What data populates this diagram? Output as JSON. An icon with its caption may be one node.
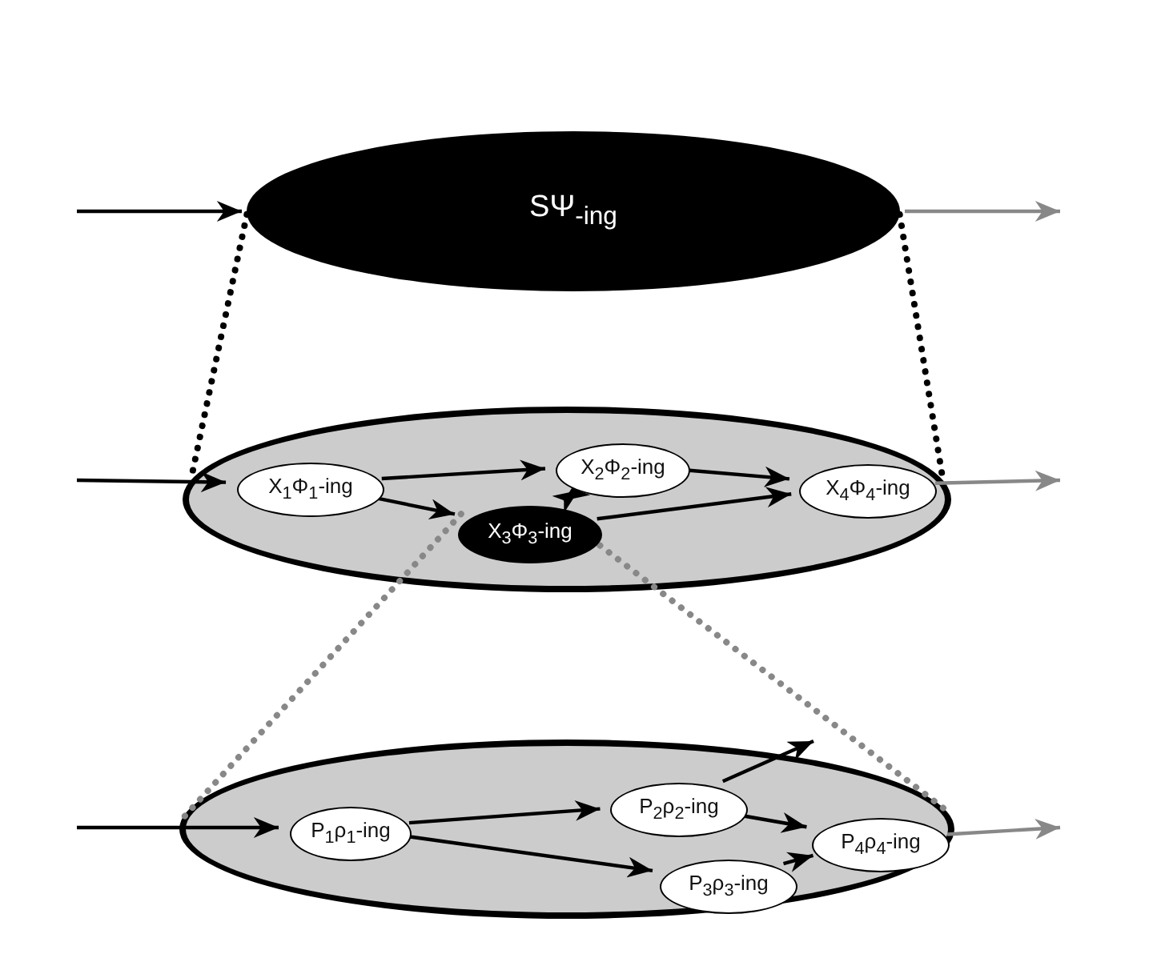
{
  "diagram": {
    "nodes": [
      {
        "text": [
          "SΨ$_{-ing}$"
        ]
      },
      {
        "text": [],
        "shape": "ellipse"
      },
      {
        "text": [
          "X$_{1}$Φ$_{1}$-ing"
        ],
        "in": 1
      },
      {
        "text": [
          "X$_{2}$Φ$_{2}$-ing"
        ],
        "in": 1
      },
      {
        "text": [
          "X$_{3}$Φ$_{3}$-ing"
        ],
        "in": 1
      },
      {
        "text": [
          "X$_{4}$Φ$_{4}$-ing"
        ],
        "in": 1
      },
      {
        "text": [],
        "shape": "ellipse"
      },
      {
        "text": [
          "P$_{1}$ρ$_{1}$-ing"
        ],
        "in": 6
      },
      {
        "text": [
          "P$_{2}$ρ$_{2}$-ing"
        ],
        "in": 6
      },
      {
        "text": [
          "P$_{3}$ρ$_{3}$-ing"
        ],
        "in": 6
      },
      {
        "text": [
          "P$_{4}$ρ$_{4}$-ing"
        ],
        "in": 6
      }
    ],
    "edges": [
      {
        "from": null,
        "to": 0,
        "arrow": "to"
      },
      {
        "from": 0,
        "to": null,
        "arrow": "to",
        "color": "#888888"
      },
      {
        "from": null,
        "to": 2,
        "arrow": "to"
      },
      {
        "from": 2,
        "to": 3,
        "arrow": "to"
      },
      {
        "from": 2,
        "to": 4,
        "arrow": "to"
      },
      {
        "from": 3,
        "to": 4,
        "arrow": "to"
      },
      {
        "from": 4,
        "to": 3,
        "arrow": "to"
      },
      {
        "from": 3,
        "to": 5,
        "arrow": "to"
      },
      {
        "from": 4,
        "to": 5,
        "arrow": "to"
      },
      {
        "from": 5,
        "to": null,
        "arrow": "to",
        "color": "#888888"
      },
      {
        "from": null,
        "to": 7,
        "arrow": "to"
      },
      {
        "from": 7,
        "to": 8,
        "arrow": "to"
      },
      {
        "from": 7,
        "to": 9,
        "arrow": "to"
      },
      {
        "from": 8,
        "to": null,
        "arrow": "to"
      },
      {
        "from": 8,
        "to": 10,
        "arrow": "to"
      },
      {
        "from": 9,
        "to": 10,
        "arrow": "to"
      },
      {
        "from": 10,
        "to": null,
        "arrow": "to",
        "color": "#888888"
      },
      {
        "from": 0,
        "to": 1,
        "arrow": "none",
        "style": "dashed"
      },
      {
        "from": 0,
        "to": 1,
        "arrow": "none",
        "style": "dashed"
      },
      {
        "from": 4,
        "to": 6,
        "arrow": "none",
        "style": "dashed",
        "color": "#888888"
      },
      {
        "from": 4,
        "to": 6,
        "arrow": "none",
        "style": "dashed",
        "color": "#888888"
      }
    ]
  }
}
